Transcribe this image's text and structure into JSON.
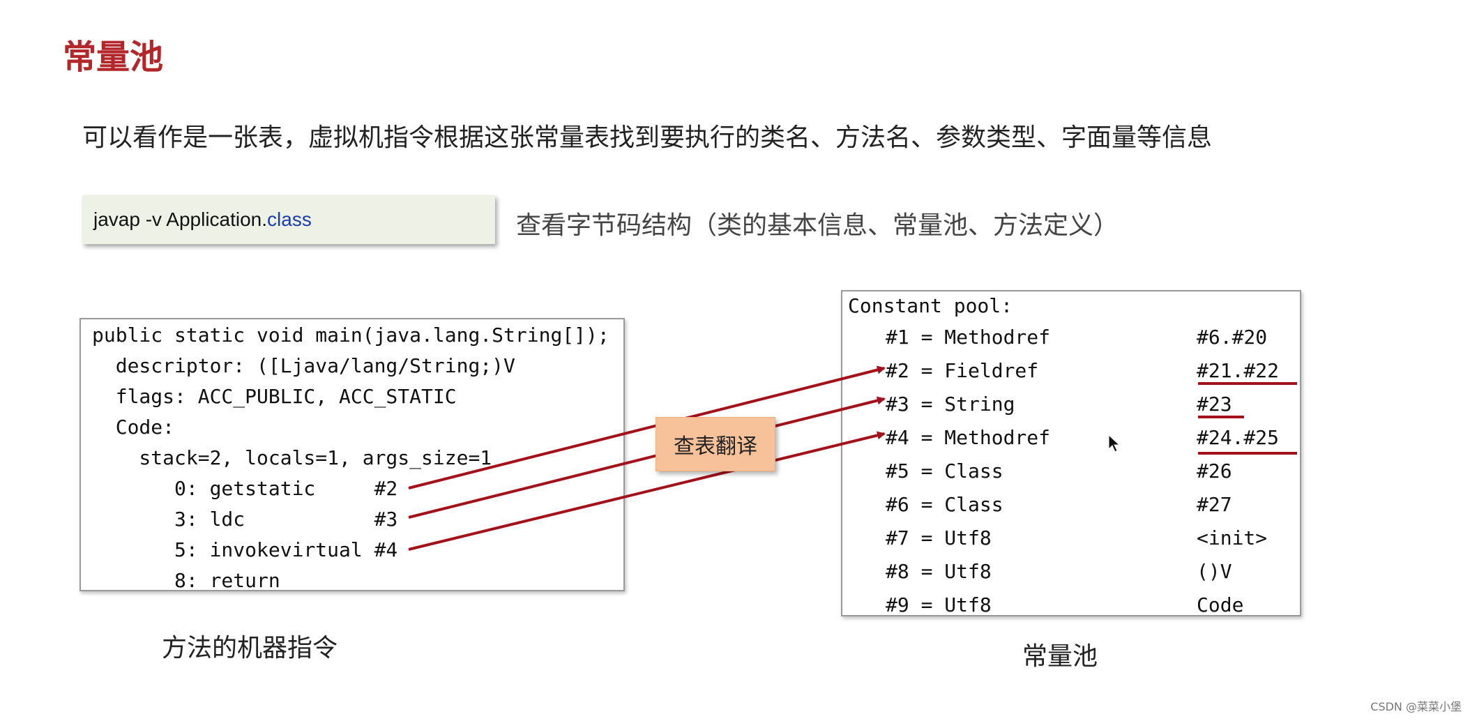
{
  "title": "常量池",
  "subtitle": "可以看作是一张表，虚拟机指令根据这张常量表找到要执行的类名、方法名、参数类型、字面量等信息",
  "command": {
    "prefix": "javap -v Application.",
    "keyword": "class"
  },
  "command_caption": "查看字节码结构（类的基本信息、常量池、方法定义）",
  "code_lines": [
    "public static void main(java.lang.String[]);",
    "  descriptor: ([Ljava/lang/String;)V",
    "  flags: ACC_PUBLIC, ACC_STATIC",
    "  Code:",
    "    stack=2, locals=1, args_size=1",
    "       0: getstatic     #2",
    "       3: ldc           #3",
    "       5: invokevirtual #4",
    "       8: return"
  ],
  "pool_header": "Constant pool:",
  "pool_rows": [
    {
      "lhs": "#1 = Methodref",
      "rhs": "#6.#20"
    },
    {
      "lhs": "#2 = Fieldref",
      "rhs": "#21.#22"
    },
    {
      "lhs": "#3 = String",
      "rhs": "#23"
    },
    {
      "lhs": "#4 = Methodref",
      "rhs": "#24.#25"
    },
    {
      "lhs": "#5 = Class",
      "rhs": "#26"
    },
    {
      "lhs": "#6 = Class",
      "rhs": "#27"
    },
    {
      "lhs": "#7 = Utf8",
      "rhs": "<init>"
    },
    {
      "lhs": "#8 = Utf8",
      "rhs": "()V"
    },
    {
      "lhs": "#9 = Utf8",
      "rhs": "Code"
    }
  ],
  "lookup_label": "查表翻译",
  "caption_left": "方法的机器指令",
  "caption_right": "常量池",
  "watermark": "CSDN @菜菜小堡",
  "colors": {
    "title": "#b3262a",
    "arrow": "#a3111a",
    "lookup_bg": "#f7c29a",
    "command_bg": "#eef1e6"
  }
}
